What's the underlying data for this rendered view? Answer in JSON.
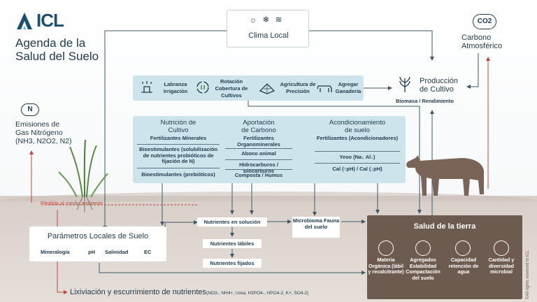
{
  "brand": {
    "name": "ICL"
  },
  "title": "Agenda de la Salud del Suelo",
  "clima": {
    "label": "Clima Local",
    "icons": [
      "sun-icon",
      "snowflake-icon",
      "waves-icon"
    ]
  },
  "carbono": {
    "label": "Carbono Atmosférico",
    "icon_text": "CO2"
  },
  "emisiones": {
    "label_line1": "Emisiones de",
    "label_line2": "Gas Nitrógeno",
    "formula": "(NH3, N2O2, N2)",
    "icon_text": "N"
  },
  "practicas": [
    {
      "label": "Labranza Irrigación",
      "icon": "irrigation-icon"
    },
    {
      "label": "Rotación Cobertura de Cultivos",
      "icon": "rotation-icon"
    },
    {
      "label": "Agricultura de Precisión",
      "icon": "precision-icon"
    },
    {
      "label": "Agregar Ganadería",
      "icon": "livestock-icon"
    }
  ],
  "produccion": {
    "label_line1": "Producción",
    "label_line2": "de Cultivo",
    "sub": "Biomasa / Rendimiento"
  },
  "nutricion": {
    "title_line1": "Nutrición de",
    "title_line2": "Cultivo",
    "items": [
      "Fertilizantes Minerales",
      "Bioestimulantes (solubilización de nutrientes probióticos de fijación de N)",
      "Bioestimulantes (prebióticos)"
    ]
  },
  "carbono_aport": {
    "title_line1": "Aportación",
    "title_line2": "de Carbono",
    "items": [
      "Fertilizantes Organominerales",
      "Abono animal",
      "Hidrocarburos / Biocarburos",
      "Composta / Humus"
    ]
  },
  "acondicionamiento": {
    "title_line1": "Acondicionamiento",
    "title_line2": "de suelo",
    "items": [
      "Fertilizantes (Acondicionadores)",
      "Yeso (Na↓ Al↓)",
      "Cal (↑pH) / Cal (↓pH)"
    ]
  },
  "perdida": "Pérdida al medio ambiente",
  "nutrientes": [
    "Nutrientes en solución",
    "Nutrientes lábiles",
    "Nutrientes fijados"
  ],
  "microbioma": "Microbioma Fauna del suelo",
  "parametros": {
    "title": "Parámetros Locales de Suelo",
    "items": [
      "Mineralogía",
      "pH",
      "Salinidad",
      "EC"
    ]
  },
  "salud": {
    "title": "Salud de la tierra",
    "items": [
      {
        "label": "Materia Orgánica (lábil y recalcitrante)",
        "icon": "organic-matter-icon"
      },
      {
        "label": "Agregados Estabilidad Compactación del suelo",
        "icon": "aggregates-icon"
      },
      {
        "label": "Capacidad retención de agua",
        "icon": "water-drop-icon"
      },
      {
        "label": "Cantidad y diversidad microbial",
        "icon": "microbe-icon"
      }
    ]
  },
  "lixiviacion": {
    "main": "Lixiviación y escurrimiento de nutrientes",
    "detail": "(NO3-, NH4+, Urea, H2PO4-, HPO4-2, K+, SO4-2)"
  },
  "rights": "©All rights reserved to ICL",
  "colors": {
    "accent": "#1d4f6e",
    "box": "#cde4ec",
    "salud": "#6e5b4f",
    "loss": "#c0473e"
  }
}
